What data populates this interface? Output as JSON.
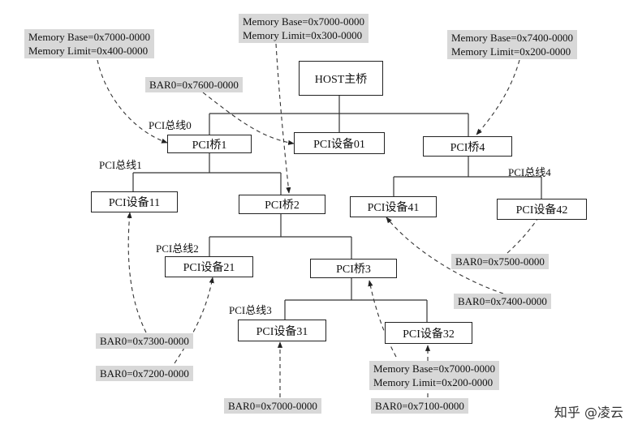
{
  "nodes": {
    "host": "HOST主桥",
    "pci_bridge_1": "PCI桥1",
    "pci_device_01": "PCI设备01",
    "pci_bridge_4": "PCI桥4",
    "pci_device_11": "PCI设备11",
    "pci_bridge_2": "PCI桥2",
    "pci_device_41": "PCI设备41",
    "pci_device_42": "PCI设备42",
    "pci_device_21": "PCI设备21",
    "pci_bridge_3": "PCI桥3",
    "pci_device_31": "PCI设备31",
    "pci_device_32": "PCI设备32"
  },
  "buses": {
    "bus0": "PCI总线0",
    "bus1": "PCI总线1",
    "bus2": "PCI总线2",
    "bus3": "PCI总线3",
    "bus4": "PCI总线4"
  },
  "annotations": {
    "bridge1_window": {
      "base": "Memory Base=0x7000-0000",
      "limit": "Memory Limit=0x400-0000"
    },
    "bridge2_window": {
      "base": "Memory Base=0x7000-0000",
      "limit": "Memory Limit=0x300-0000"
    },
    "bridge4_window": {
      "base": "Memory Base=0x7400-0000",
      "limit": "Memory Limit=0x200-0000"
    },
    "bridge3_window": {
      "base": "Memory Base=0x7000-0000",
      "limit": "Memory Limit=0x200-0000"
    },
    "device01_bar": "BAR0=0x7600-0000",
    "device42_bar": "BAR0=0x7500-0000",
    "device41_bar": "BAR0=0x7400-0000",
    "device11_bar": "BAR0=0x7300-0000",
    "device21_bar": "BAR0=0x7200-0000",
    "device31_bar": "BAR0=0x7000-0000",
    "device32_bar": "BAR0=0x7100-0000"
  },
  "watermark": "知乎 @凌云"
}
